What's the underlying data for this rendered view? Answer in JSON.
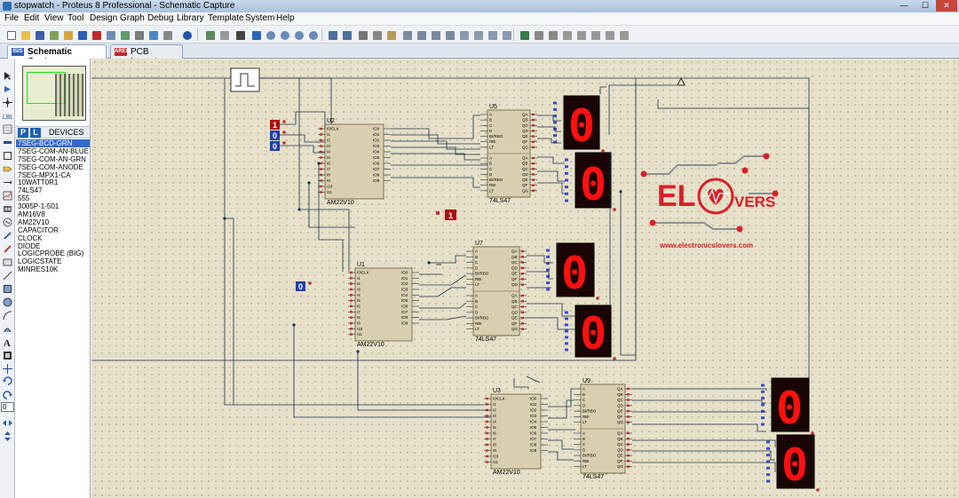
{
  "window": {
    "title": "stopwatch - Proteus 8 Professional - Schematic Capture",
    "controls": {
      "minimize": "—",
      "maximize": "☐",
      "close": "✕"
    }
  },
  "menu": [
    "File",
    "Edit",
    "View",
    "Tool",
    "Design",
    "Graph",
    "Debug",
    "Library",
    "Template",
    "System",
    "Help"
  ],
  "tabs": [
    {
      "label": "Schematic Capture",
      "icon": "ISIS",
      "active": true
    },
    {
      "label": "PCB Layout",
      "icon": "ARES",
      "active": false
    }
  ],
  "panel": {
    "picker_p": "P",
    "picker_l": "L",
    "title": "DEVICES",
    "devices": [
      "7SEG-BCD-GRN",
      "7SEG-COM-AN-BLUE",
      "7SEG-COM-AN-GRN",
      "7SEG-COM-ANODE",
      "7SEG-MPX1-CA",
      "10WATT0R1",
      "74LS47",
      "555",
      "3005P-1-501",
      "AM16V8",
      "AM22V10",
      "CAPACITOR",
      "CLOCK",
      "DIODE",
      "LOGICPROBE (BIG)",
      "LOGICSTATE",
      "MINRES10K"
    ],
    "selected_index": 0,
    "zoom_field": "0"
  },
  "schematic": {
    "chips": [
      {
        "ref": "U2",
        "part": "AM22V10"
      },
      {
        "ref": "U1",
        "part": "AM22V10"
      },
      {
        "ref": "U3",
        "part": "AM22V10"
      },
      {
        "ref": "U5",
        "part": "74LS47"
      },
      {
        "ref": "U7",
        "part": "74LS47"
      },
      {
        "ref": "U9",
        "part": "74LS47"
      }
    ],
    "chip_pin_first": "I0/CLK",
    "display_digit": "0",
    "logic_states": [
      "1",
      "0",
      "0",
      "0"
    ],
    "probe_value": "1",
    "logo": {
      "brand_left": "EL",
      "brand_right": "VERS",
      "url": "www.electronicslovers.com"
    }
  },
  "colors": {
    "canvas": "#e6e0c8",
    "wire": "#17304d",
    "chip_body": "#d7cfb0",
    "seven_seg_bg": "#1a0506",
    "seven_seg_on": "#ff1010",
    "logic_blue": "#1e3fb0",
    "logic_red": "#b01010",
    "logo_red": "#d8202a",
    "logo_gray": "#8a8f96"
  }
}
